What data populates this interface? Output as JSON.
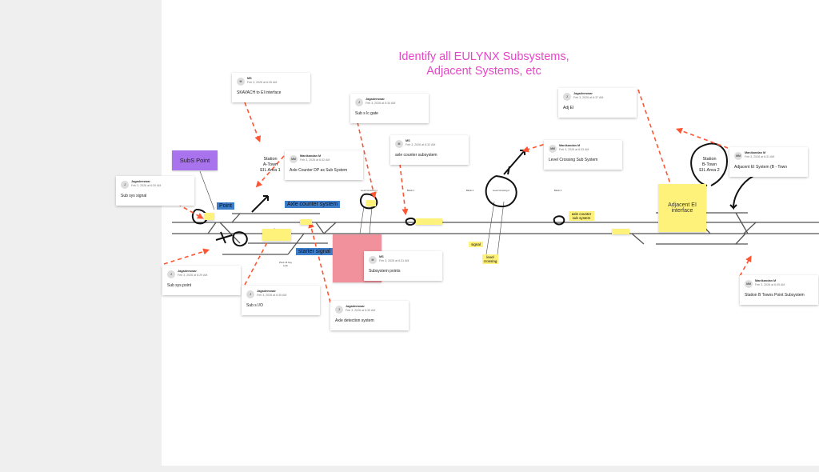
{
  "board": {
    "title_line1": "Identify all EULYNX Subsystems,",
    "title_line2": "Adjacent Systems, etc",
    "colors": {
      "title": "#e646c8",
      "arrow": "#ff5533",
      "sticky_yellow": "#fff27a",
      "sticky_purple": "#a873ec",
      "sticky_pink": "#f0919b",
      "label_blue": "#3d7cc9"
    }
  },
  "stickies": {
    "subs_point": "SubS Point",
    "adjacent_ei": "Adjacent EI interface"
  },
  "labels": {
    "point": "Point",
    "axle_counter_system": "Axle counter system",
    "starter_signal": "starter signal",
    "station_a_1": "Station",
    "station_a_2": "A-Town",
    "station_a_3": "EIL Area 1",
    "station_b_1": "Station",
    "station_b_2": "B-Town",
    "station_b_3": "EIL Area 2",
    "axle_counter_sub_system": "axle counter sub system",
    "signal": "signal",
    "level_crossing": "level crossing",
    "point14": "Point 14 Key Lock",
    "level_crossing_1": "Level Crossing 1",
    "block_1": "Block 1",
    "block_2": "Block 2",
    "level_crossing_2": "Level Crossing 2",
    "block_3": "Block 3"
  },
  "comments": [
    {
      "initials": "M",
      "author": "MS",
      "time": "Feb 3, 2026 at 6:35 AM",
      "text": "SKAVACH to EI interface"
    },
    {
      "initials": "J",
      "author": "Jagadeeswar",
      "time": "Feb 3, 2026 at 6:30 AM",
      "text": "Sub sys signal"
    },
    {
      "initials": "MM",
      "author": "Manikandan M",
      "time": "Feb 3, 2026 at 6:32 AM",
      "text": "Axle Counter DP as Sub System"
    },
    {
      "initials": "J",
      "author": "Jagadeeswar",
      "time": "Feb 3, 2026 at 6:34 AM",
      "text": "Sub s lc gate"
    },
    {
      "initials": "M",
      "author": "MS",
      "time": "Feb 3, 2026 at 6:32 AM",
      "text": "axle counter subsystem"
    },
    {
      "initials": "J",
      "author": "Jagadeeswar",
      "time": "Feb 3, 2026 at 6:37 AM",
      "text": "Adj EI"
    },
    {
      "initials": "MM",
      "author": "Manikandan M",
      "time": "Feb 3, 2026 at 6:33 AM",
      "text": "Level Crossing Sub System"
    },
    {
      "initials": "MM",
      "author": "Manikandan M",
      "time": "Feb 3, 2026 at 6:31 AM",
      "text": "Adjacent EI System (B - Town"
    },
    {
      "initials": "MM",
      "author": "Manikandan M",
      "time": "Feb 3, 2026 at 6:35 AM",
      "text": "Station B Towns Point Subsystem"
    },
    {
      "initials": "J",
      "author": "Jagadeeswar",
      "time": "Feb 3, 2026 at 6:29 AM",
      "text": "Sub sys point"
    },
    {
      "initials": "J",
      "author": "Jagadeeswar",
      "time": "Feb 3, 2026 at 6:35 AM",
      "text": "Sub s I/O"
    },
    {
      "initials": "M",
      "author": "MS",
      "time": "Feb 3, 2026 at 6:31 AM",
      "text": "Subsystem points"
    },
    {
      "initials": "J",
      "author": "Jagadeeswar",
      "time": "Feb 3, 2026 at 6:35 AM",
      "text": "Axle detection system"
    }
  ]
}
